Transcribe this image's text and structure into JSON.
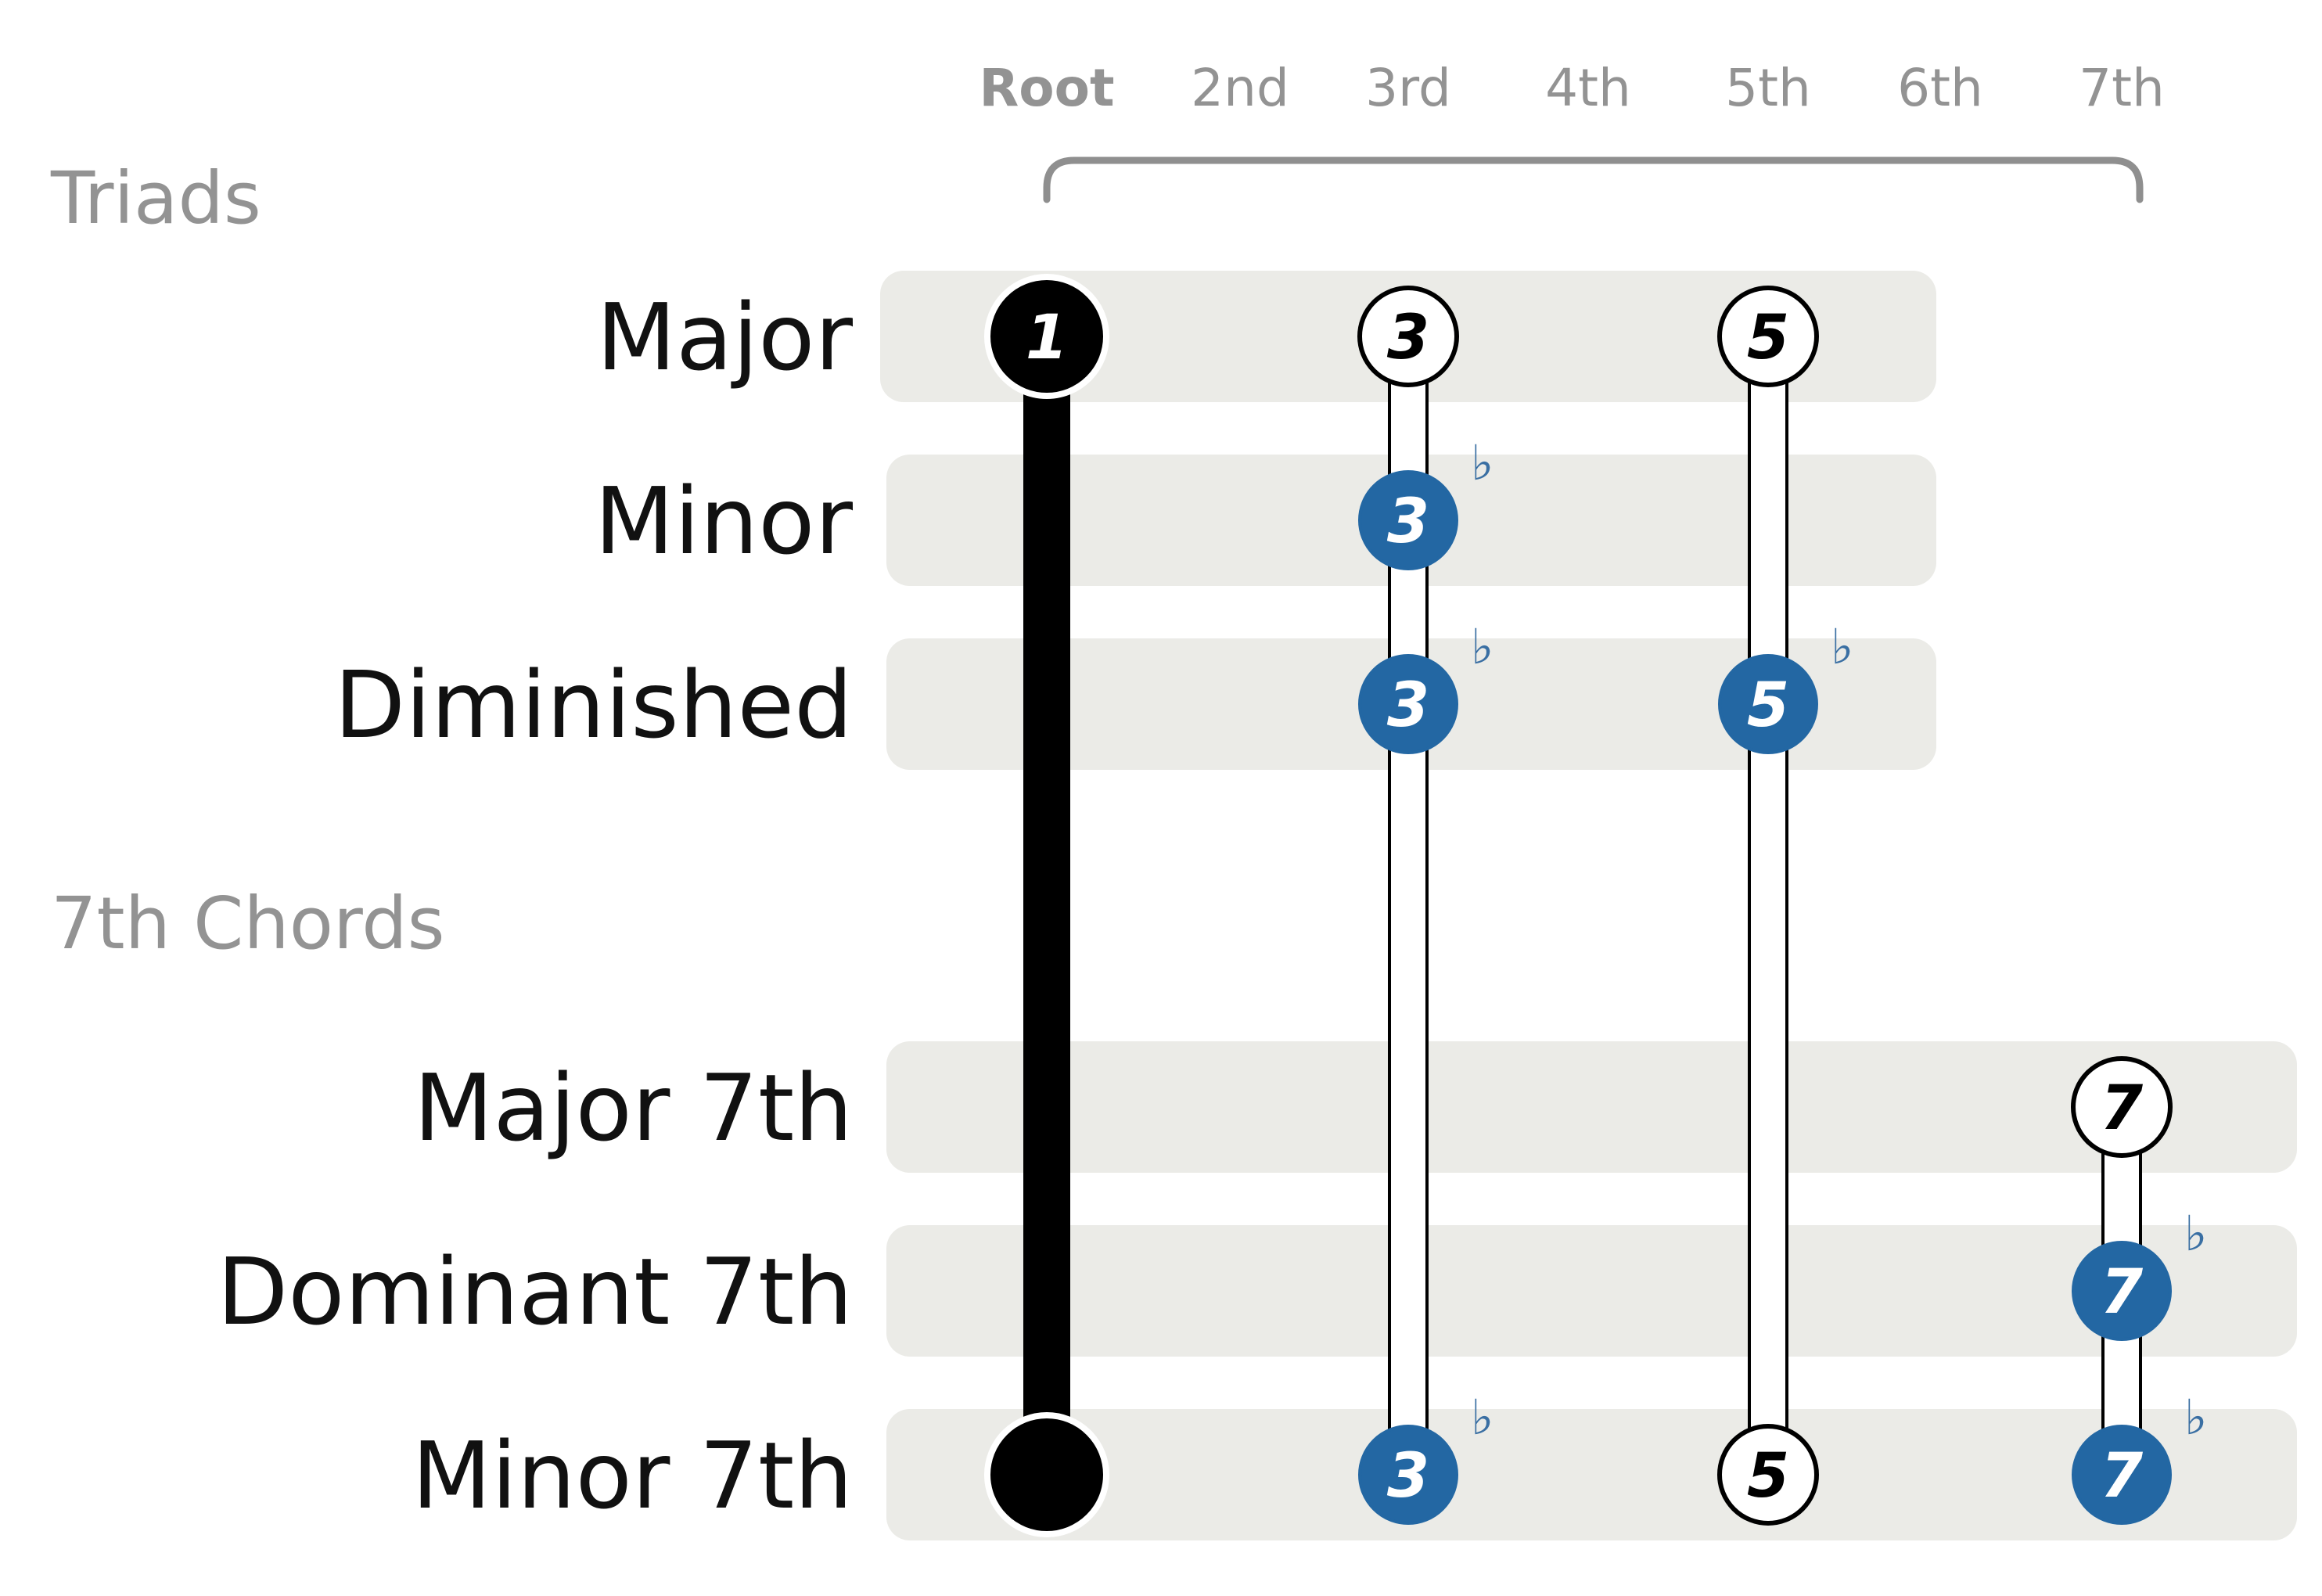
{
  "columns": [
    "Root",
    "2nd",
    "3rd",
    "4th",
    "5th",
    "6th",
    "7th"
  ],
  "sections": [
    {
      "label": "Triads"
    },
    {
      "label": "7th Chords"
    }
  ],
  "chords": [
    {
      "label": "Major",
      "notes": [
        {
          "interval": "Root",
          "number": "1",
          "style": "root"
        },
        {
          "interval": "3rd",
          "number": "3",
          "style": "natural"
        },
        {
          "interval": "5th",
          "number": "5",
          "style": "natural"
        }
      ]
    },
    {
      "label": "Minor",
      "notes": [
        {
          "interval": "3rd",
          "number": "3",
          "style": "flat",
          "flat_sign": "♭"
        }
      ]
    },
    {
      "label": "Diminished",
      "notes": [
        {
          "interval": "3rd",
          "number": "3",
          "style": "flat",
          "flat_sign": "♭"
        },
        {
          "interval": "5th",
          "number": "5",
          "style": "flat",
          "flat_sign": "♭"
        }
      ]
    },
    {
      "label": "Major 7th",
      "notes": [
        {
          "interval": "7th",
          "number": "7",
          "style": "natural"
        }
      ]
    },
    {
      "label": "Dominant 7th",
      "notes": [
        {
          "interval": "7th",
          "number": "7",
          "style": "flat",
          "flat_sign": "♭"
        }
      ]
    },
    {
      "label": "Minor 7th",
      "notes": [
        {
          "interval": "Root",
          "number": "",
          "style": "root"
        },
        {
          "interval": "3rd",
          "number": "3",
          "style": "flat",
          "flat_sign": "♭"
        },
        {
          "interval": "5th",
          "number": "5",
          "style": "natural"
        },
        {
          "interval": "7th",
          "number": "7",
          "style": "flat",
          "flat_sign": "♭"
        }
      ]
    }
  ],
  "colors": {
    "row_background": "#ebebe7",
    "root": "#000000",
    "flat_badge": "#2367a3",
    "flat_sign": "#3a6fa3",
    "label_gray": "#939393",
    "chord_text": "#111111",
    "bracket": "#8f8f8f"
  }
}
